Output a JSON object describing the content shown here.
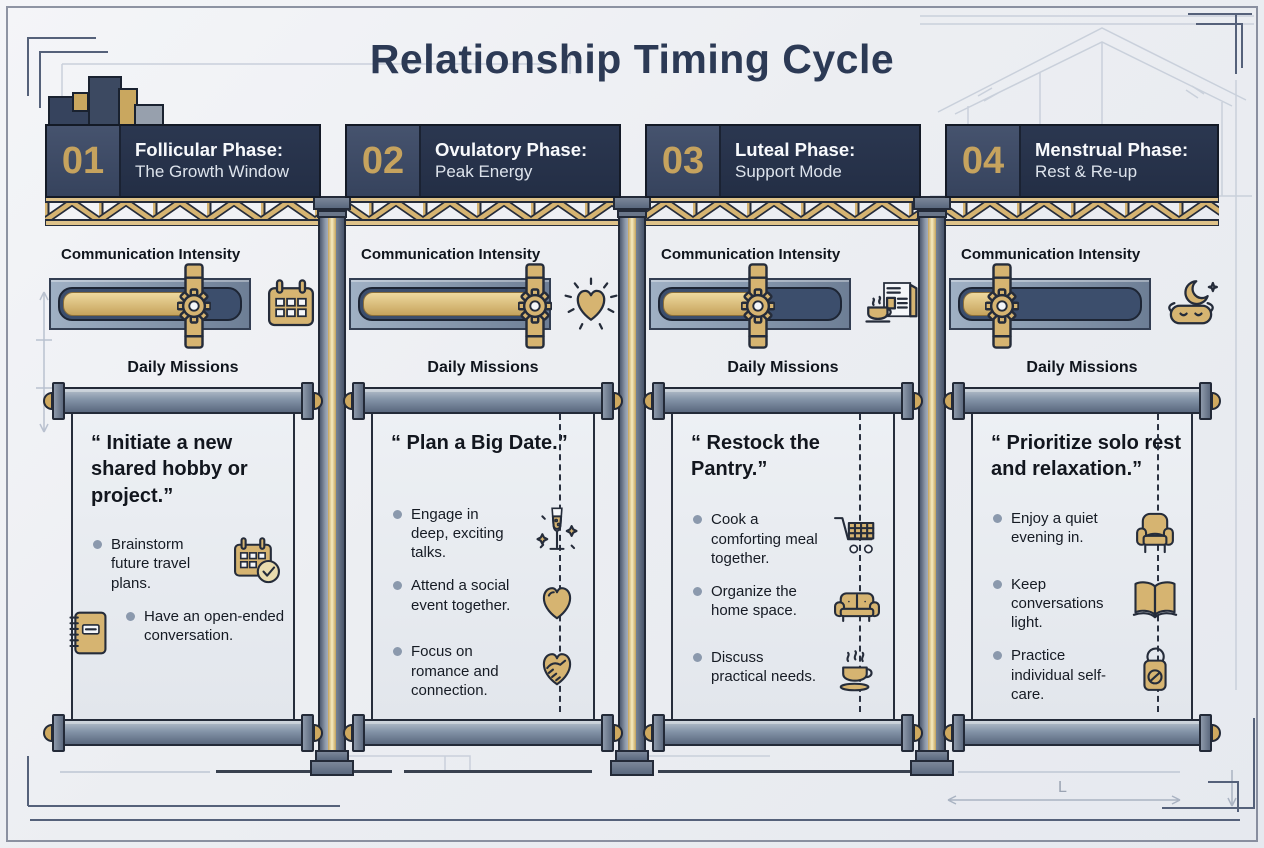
{
  "title": "Relationship Timing Cycle",
  "decor": {
    "dimension_label": "L"
  },
  "columns": [
    {
      "number": "01",
      "phase_title": "Follicular Phase:",
      "phase_subtitle": "The Growth Window",
      "intensity_label": "Communication Intensity",
      "intensity_pct": 72,
      "intensity_icon": "calendar-icon",
      "missions_label": "Daily Missions",
      "quote": "“ Initiate a new shared hobby or project.”",
      "bullets": [
        {
          "text": "Brainstorm future travel plans.",
          "icon": "calendar-check-icon"
        },
        {
          "text": "Have an open-ended conversation.",
          "icon": "notebook-icon"
        }
      ]
    },
    {
      "number": "02",
      "phase_title": "Ovulatory Phase:",
      "phase_subtitle": "Peak Energy",
      "intensity_label": "Communication Intensity",
      "intensity_pct": 95,
      "intensity_icon": "radiant-heart-icon",
      "missions_label": "Daily Missions",
      "quote": "“ Plan a Big Date.”",
      "bullets": [
        {
          "text": "Engage in deep, exciting talks.",
          "icon": "champagne-icon"
        },
        {
          "text": "Attend a social event together.",
          "icon": "heart-icon"
        },
        {
          "text": "Focus on romance and connection.",
          "icon": "handshake-heart-icon"
        }
      ]
    },
    {
      "number": "03",
      "phase_title": "Luteal Phase:",
      "phase_subtitle": "Support Mode",
      "intensity_label": "Communication Intensity",
      "intensity_pct": 54,
      "intensity_icon": "coffee-newspaper-icon",
      "missions_label": "Daily Missions",
      "quote": "“ Restock the Pantry.”",
      "bullets": [
        {
          "text": "Cook a comforting meal together.",
          "icon": "shopping-cart-icon"
        },
        {
          "text": "Organize the home space.",
          "icon": "sofa-icon"
        },
        {
          "text": "Discuss practical needs.",
          "icon": "coffee-cup-icon"
        }
      ]
    },
    {
      "number": "04",
      "phase_title": "Menstrual Phase:",
      "phase_subtitle": "Rest & Re-up",
      "intensity_label": "Communication Intensity",
      "intensity_pct": 26,
      "intensity_icon": "sleep-mask-icon",
      "missions_label": "Daily Missions",
      "quote": "“ Prioritize solo rest and relaxation.”",
      "bullets": [
        {
          "text": "Enjoy a quiet evening in.",
          "icon": "armchair-icon"
        },
        {
          "text": "Keep conversations light.",
          "icon": "open-book-icon"
        },
        {
          "text": "Practice individual self-care.",
          "icon": "door-hanger-icon"
        }
      ]
    }
  ],
  "colors": {
    "navy": "#27334b",
    "gold": "#c6a35e",
    "paper": "#e9ecf1",
    "steel": "#7d8aa0",
    "background": "#edeff3",
    "ink": "#12161e"
  }
}
